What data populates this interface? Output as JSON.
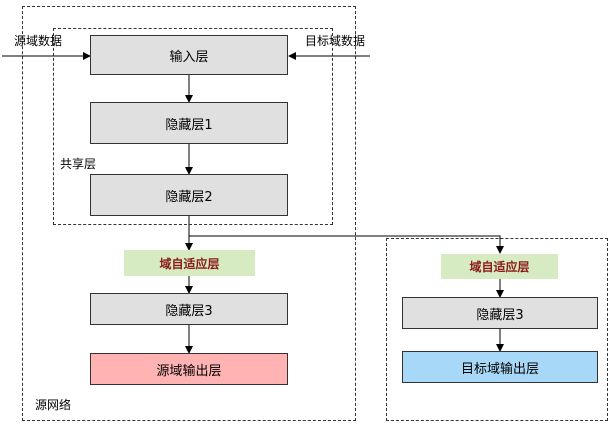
{
  "inputs": {
    "source_data": "源域数据",
    "target_data": "目标域数据"
  },
  "shared": {
    "label": "共享层",
    "input_layer": "输入层",
    "hidden1": "隐藏层1",
    "hidden2": "隐藏层2"
  },
  "source_network": {
    "label": "源网络",
    "adapt_layer": "域自适应层",
    "hidden3": "隐藏层3",
    "output": "源域输出层",
    "output_color": "#ffb3b3"
  },
  "target_network": {
    "adapt_layer": "域自适应层",
    "hidden3": "隐藏层3",
    "output": "目标域输出层",
    "output_color": "#a8d8f7"
  },
  "colors": {
    "layer_fill": "#e0e0e0",
    "adapt_fill": "#d6ebc2",
    "adapt_text": "#8b1a1a"
  }
}
